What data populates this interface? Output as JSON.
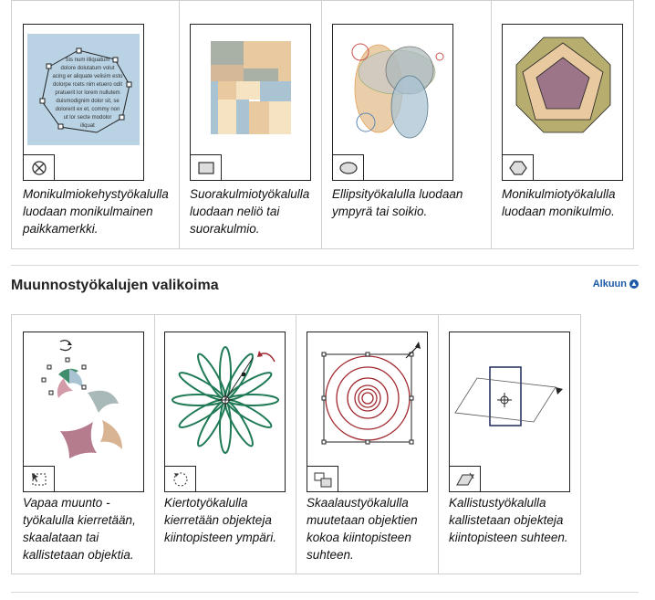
{
  "gallery1": {
    "items": [
      {
        "caption": "Monikulmiokehystyökalulla luodaan monikulmainen paikkamerkki.",
        "icon": "polygon-frame-tool-icon",
        "sample_text": [
          "Sis num illiquatum",
          "dolore dolutatum volut",
          "acing er aliquate velisim esto",
          "dolorpe rcets nim etuero odit",
          "pratuerit lor lorem nullutem",
          "duismodignim dolor sit, se",
          "dolorerit ex et, commy non",
          "ut lor secte modolor",
          "iliquat"
        ]
      },
      {
        "caption": "Suorakulmiotyökalulla luodaan neliö tai suorakulmio.",
        "icon": "rectangle-tool-icon"
      },
      {
        "caption": "Ellipsityökalulla luodaan ympyrä tai soikio.",
        "icon": "ellipse-tool-icon"
      },
      {
        "caption": "Monikulmiotyökalulla luodaan monikulmio.",
        "icon": "polygon-tool-icon"
      }
    ]
  },
  "section": {
    "title": "Muunnostyökalujen valikoima",
    "top_link": "Alkuun",
    "top_icon": "arrow-up-circle-icon"
  },
  "gallery2": {
    "items": [
      {
        "caption": "Vapaa muunto -työkalulla kierretään, skaalataan tai kallistetaan objektia.",
        "icon": "free-transform-tool-icon"
      },
      {
        "caption": "Kiertotyökalulla kierretään objekteja kiintopisteen ympäri.",
        "icon": "rotate-tool-icon"
      },
      {
        "caption": "Skaalaustyökalulla muutetaan objektien kokoa kiintopisteen suhteen.",
        "icon": "scale-tool-icon"
      },
      {
        "caption": "Kallistustyökalulla kallistetaan objekteja kiintopisteen suhteen.",
        "icon": "shear-tool-icon"
      }
    ]
  },
  "colors": {
    "link": "#1b5aa6",
    "border": "#cfcfcf",
    "tan": "#e8c9a0",
    "blue": "#a9c3d3",
    "red": "#a0282e",
    "green": "#1f7a55"
  }
}
